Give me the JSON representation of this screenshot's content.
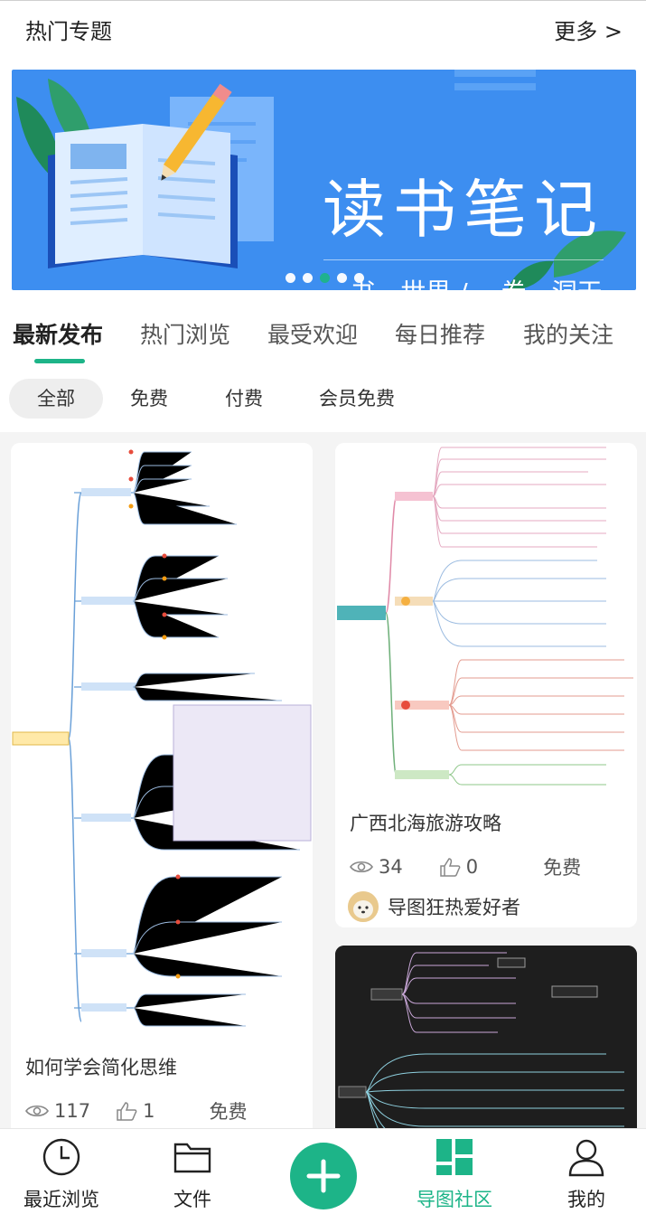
{
  "header": {
    "title": "热门专题",
    "more": "更多 >"
  },
  "banner": {
    "title": "读书笔记",
    "subtitle": "一书一世界 / 一卷一洞天",
    "page_count": 5,
    "active_page": 3
  },
  "tabs": [
    {
      "label": "最新发布",
      "active": true
    },
    {
      "label": "热门浏览",
      "active": false
    },
    {
      "label": "最受欢迎",
      "active": false
    },
    {
      "label": "每日推荐",
      "active": false
    },
    {
      "label": "我的关注",
      "active": false
    }
  ],
  "filters": [
    {
      "label": "全部",
      "active": true
    },
    {
      "label": "免费",
      "active": false
    },
    {
      "label": "付费",
      "active": false
    },
    {
      "label": "会员免费",
      "active": false
    }
  ],
  "cards": [
    {
      "title": "如何学会简化思维",
      "views": "117",
      "likes": "1",
      "price": "免费"
    },
    {
      "title": "广西北海旅游攻略",
      "views": "34",
      "likes": "0",
      "price": "免费",
      "author": "导图狂热爱好者"
    },
    {
      "title": "",
      "theme": "dark"
    }
  ],
  "bottom_nav": [
    {
      "label": "最近浏览",
      "icon": "clock-icon",
      "active": false
    },
    {
      "label": "文件",
      "icon": "folder-icon",
      "active": false
    },
    {
      "label": "导图社区",
      "icon": "grid-icon",
      "active": true
    },
    {
      "label": "我的",
      "icon": "user-icon",
      "active": false
    }
  ],
  "colors": {
    "accent": "#1db488",
    "banner_bg": "#3d8ef0"
  }
}
